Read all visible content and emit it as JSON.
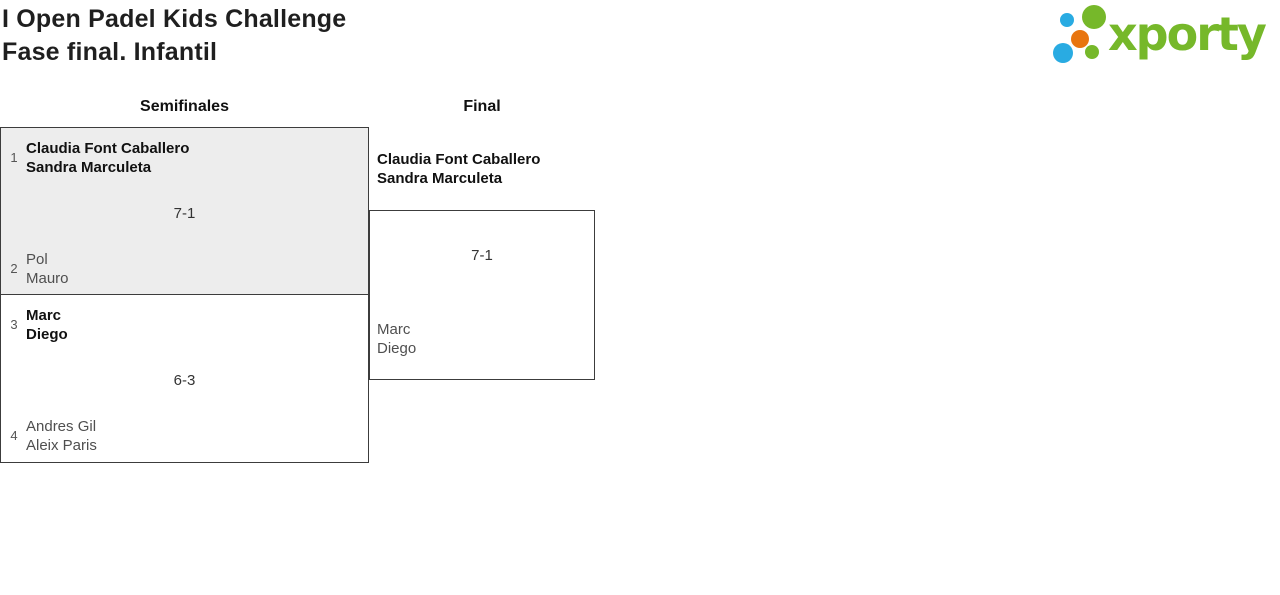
{
  "header": {
    "title_line1": "I Open Padel Kids Challenge",
    "title_line2": "Fase final. Infantil"
  },
  "logo": {
    "brand": "xporty",
    "icon": "dot-cluster-icon",
    "colors": {
      "green": "#76b82a",
      "blue": "#29abe2",
      "orange": "#e8750f"
    }
  },
  "bracket": {
    "rounds": [
      {
        "label": "Semifinales"
      },
      {
        "label": "Final"
      }
    ],
    "semifinals": [
      {
        "seed_top": "1",
        "team_top_line1": "Claudia Font Caballero",
        "team_top_line2": "Sandra Marculeta",
        "score": "7-1",
        "seed_bottom": "2",
        "team_bottom_line1": "Pol",
        "team_bottom_line2": "Mauro"
      },
      {
        "seed_top": "3",
        "team_top_line1": "Marc",
        "team_top_line2": "Diego",
        "score": "6-3",
        "seed_bottom": "4",
        "team_bottom_line1": "Andres Gil",
        "team_bottom_line2": "Aleix Paris"
      }
    ],
    "final": {
      "winner_line1": "Claudia Font Caballero",
      "winner_line2": "Sandra Marculeta",
      "score": "7-1",
      "loser_line1": "Marc",
      "loser_line2": "Diego"
    }
  }
}
